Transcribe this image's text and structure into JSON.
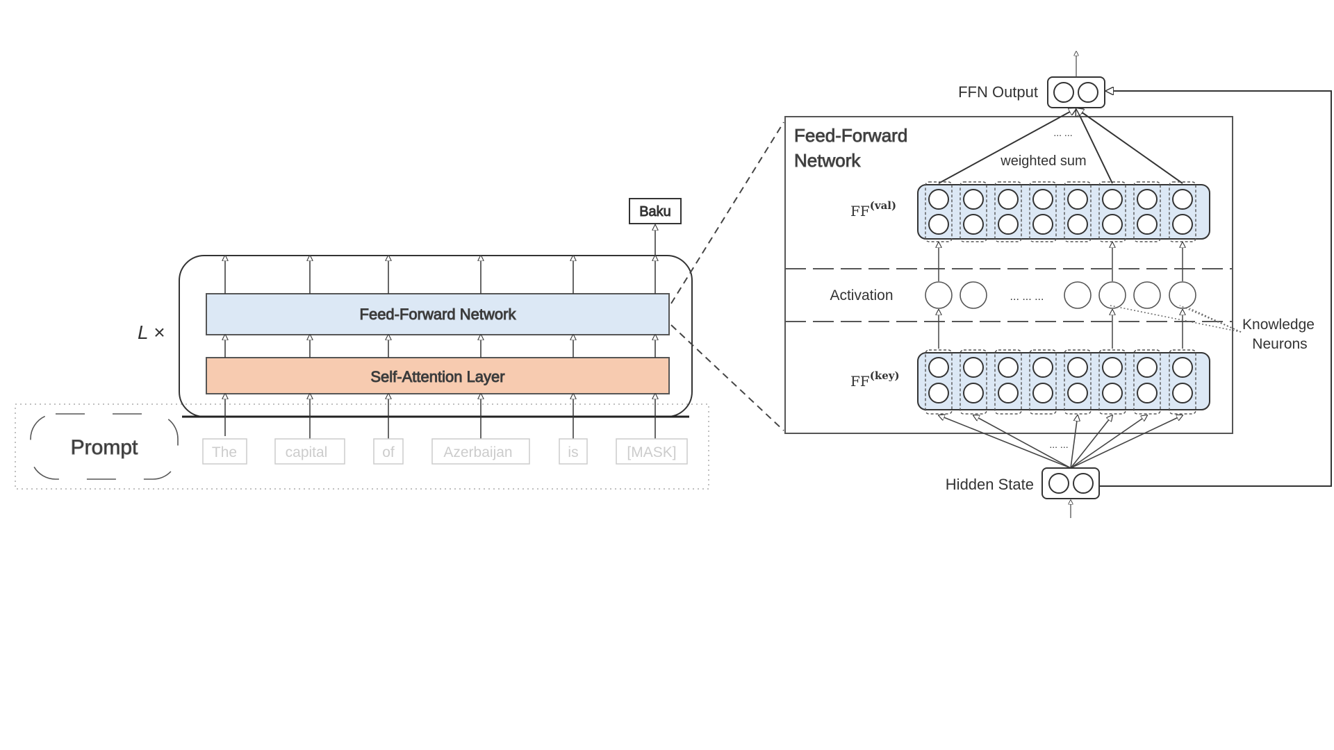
{
  "left": {
    "layer_multiplier": "L ×",
    "ffn_label": "Feed-Forward Network",
    "attn_label": "Self-Attention Layer",
    "output_token": "Baku",
    "prompt_label": "Prompt",
    "tokens": [
      "The",
      "capital",
      "of",
      "Azerbaijan",
      "is",
      "[MASK]"
    ],
    "colors": {
      "ffn_fill": "#dce8f5",
      "attn_fill": "#f7cbb0"
    }
  },
  "right": {
    "title_line1": "Feed-Forward",
    "title_line2": "Network",
    "ffn_output_label": "FFN Output",
    "hidden_state_label": "Hidden State",
    "weighted_sum_label": "weighted sum",
    "top_dots": "... ...",
    "bottom_dots": "... ...",
    "ff_val_base": "FF",
    "ff_val_sup": "(val)",
    "ff_key_base": "FF",
    "ff_key_sup": "(key)",
    "activation_label": "Activation",
    "activation_dots": "... ... ...",
    "knowledge_line1": "Knowledge",
    "knowledge_line2": "Neurons",
    "colors": {
      "neuron_block_fill": "#dce8f5"
    }
  }
}
